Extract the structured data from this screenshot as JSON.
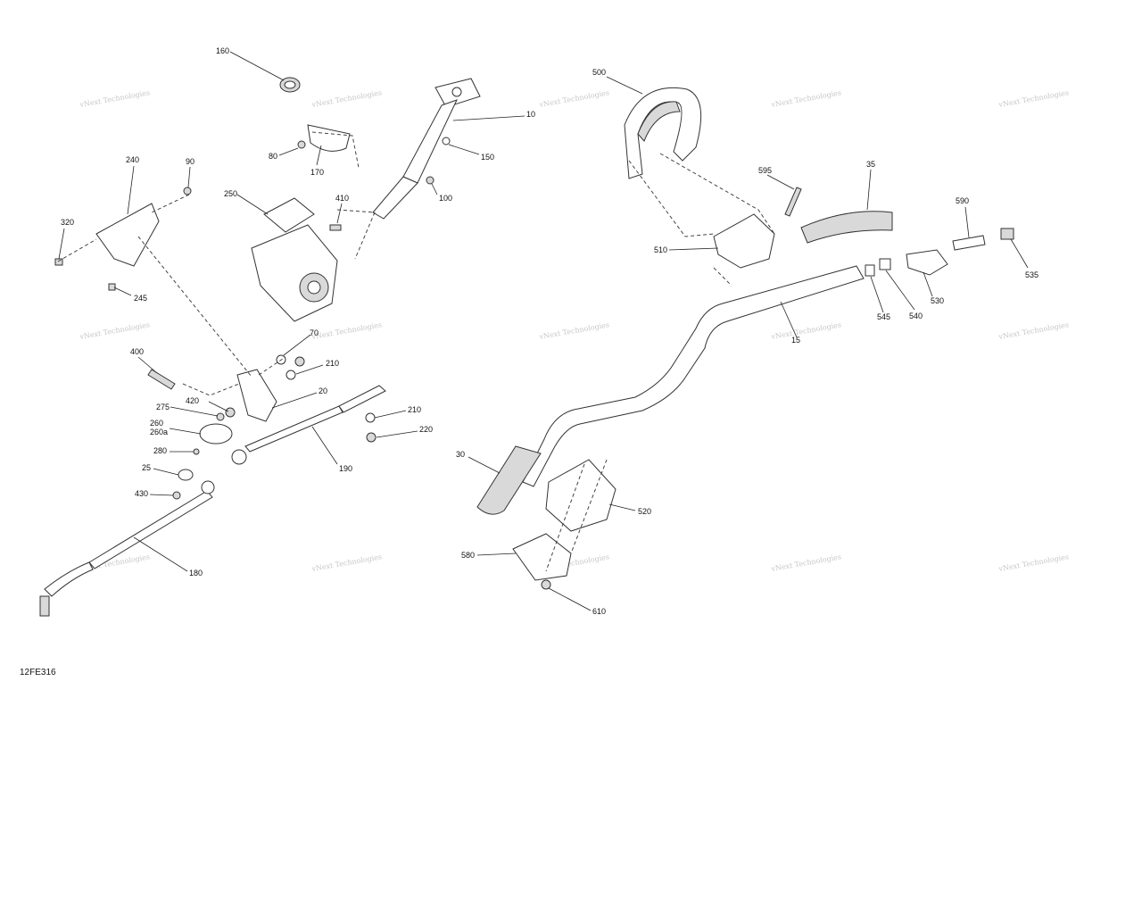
{
  "figure_code": "12FE316",
  "watermark_text": "vNext Technologies",
  "callouts": [
    "160",
    "10",
    "80",
    "170",
    "150",
    "100",
    "240",
    "90",
    "320",
    "245",
    "250",
    "410",
    "70",
    "400",
    "210",
    "420",
    "20",
    "275",
    "260",
    "260a",
    "210",
    "220",
    "280",
    "190",
    "25",
    "430",
    "180",
    "500",
    "595",
    "35",
    "590",
    "510",
    "535",
    "545",
    "540",
    "530",
    "15",
    "30",
    "520",
    "580",
    "610"
  ]
}
